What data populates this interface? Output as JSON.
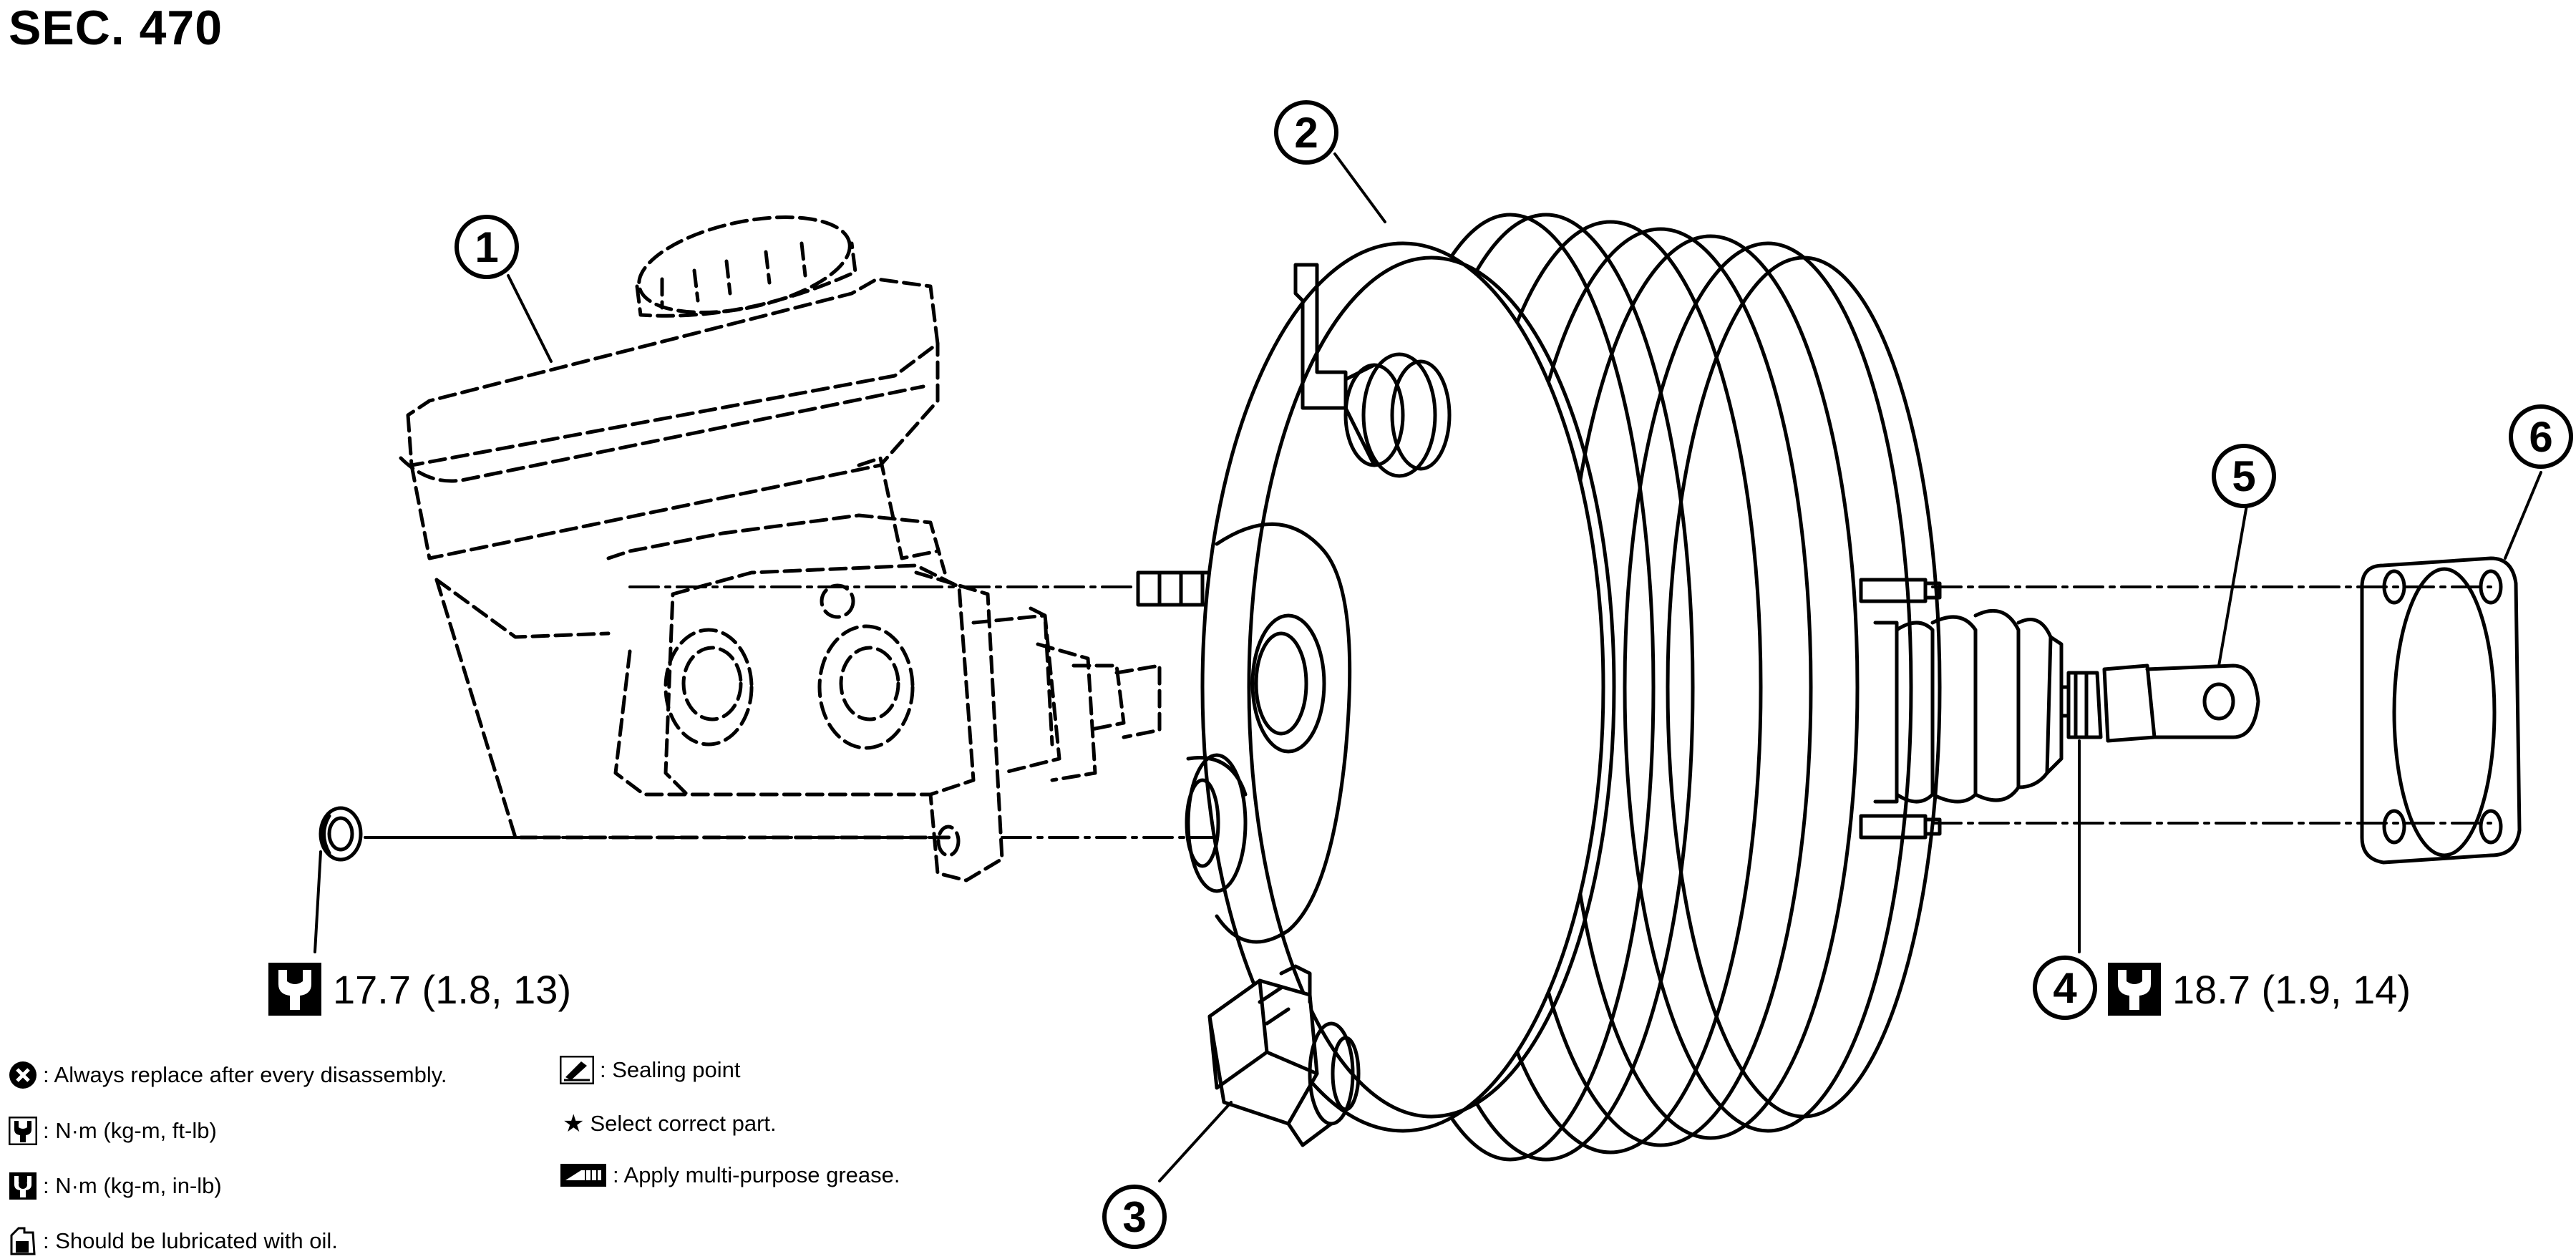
{
  "title": "SEC. 470",
  "callouts": [
    "1",
    "2",
    "3",
    "4",
    "5",
    "6"
  ],
  "torque": {
    "left": "17.7 (1.8, 13)",
    "right": "18.7 (1.9, 14)"
  },
  "legend": {
    "replace": ": Always replace after every disassembly.",
    "nm_ftlb": ": N·m (kg-m, ft-lb)",
    "nm_inlb": ": N·m (kg-m, in-lb)",
    "oil": ": Should be lubricated with oil.",
    "sealing": ": Sealing point",
    "select": "Select correct part.",
    "grease": ": Apply multi-purpose grease."
  },
  "icons": [
    "wrench-icon",
    "x-circle-icon",
    "wrench-small-icon",
    "oil-can-icon",
    "sealing-point-icon",
    "star-icon",
    "grease-icon"
  ]
}
